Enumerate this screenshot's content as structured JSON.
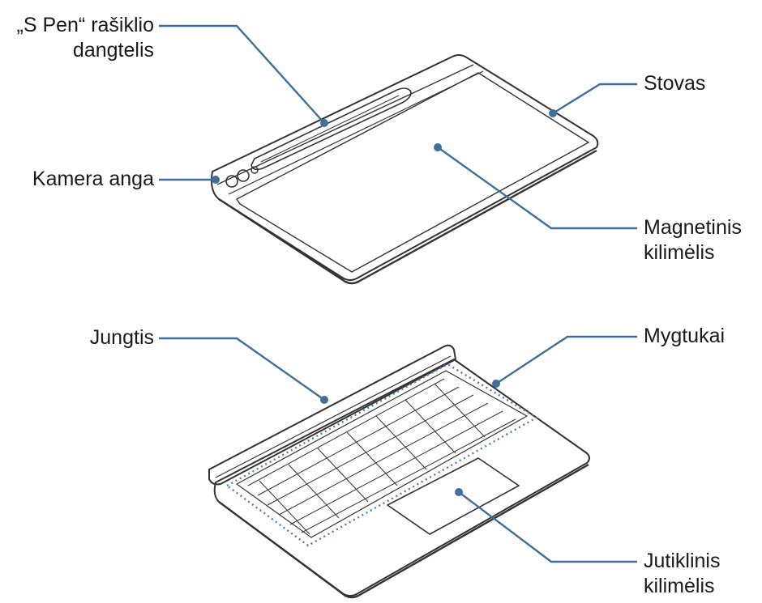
{
  "labels": {
    "spen_cover": [
      "„S Pen“ rašiklio",
      "dangtelis"
    ],
    "camera_opening": [
      "Kamera anga"
    ],
    "stand": [
      "Stovas"
    ],
    "magnetic_pad": [
      "Magnetinis",
      "kilimėlis"
    ],
    "connector": [
      "Jungtis"
    ],
    "keys": [
      "Mygtukai"
    ],
    "touchpad": [
      "Jutiklinis",
      "kilimėlis"
    ]
  },
  "colors": {
    "leader": "#3f6f9c",
    "outline": "#333333",
    "dotted": "#4a7fb0"
  }
}
